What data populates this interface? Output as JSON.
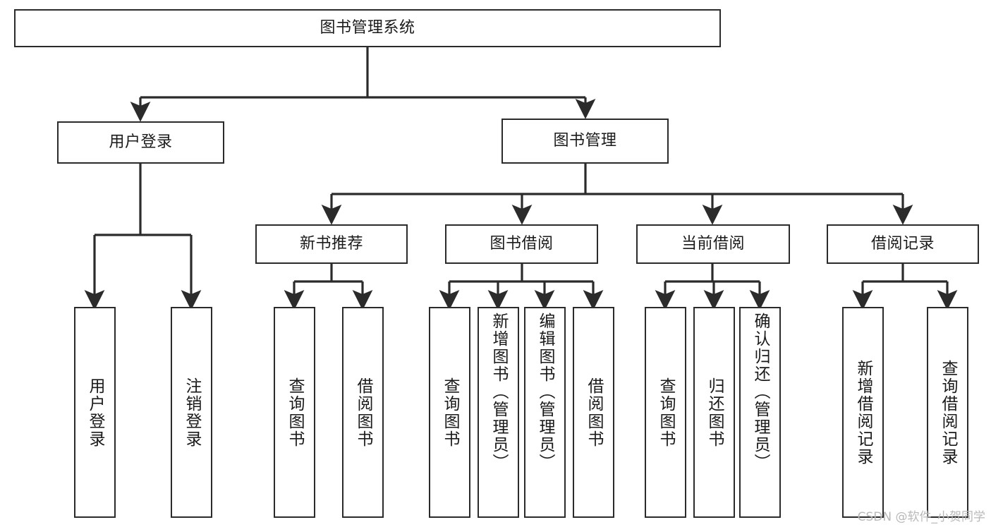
{
  "diagram": {
    "type": "tree-hierarchy",
    "title": "图书管理系统",
    "watermark": "CSDN @软件_小贺同学",
    "colors": {
      "stroke": "#2b2b2b",
      "fill": "#ffffff",
      "text": "#1a1a1a",
      "watermark": "#b9b9b9"
    },
    "nodes": {
      "root": {
        "label": "图书管理系统"
      },
      "level1": [
        {
          "id": "user-login",
          "label": "用户登录"
        },
        {
          "id": "book-manage",
          "label": "图书管理"
        }
      ],
      "level2": [
        {
          "id": "new-book-rec",
          "label": "新书推荐"
        },
        {
          "id": "book-borrow",
          "label": "图书借阅"
        },
        {
          "id": "current-borrow",
          "label": "当前借阅"
        },
        {
          "id": "borrow-record",
          "label": "借阅记录"
        }
      ],
      "leaves": {
        "user-login": [
          {
            "id": "leaf-user-login",
            "label": "用户登录"
          },
          {
            "id": "leaf-logout",
            "label": "注销登录"
          }
        ],
        "new-book-rec": [
          {
            "id": "leaf-query-book-1",
            "label": "查询图书"
          },
          {
            "id": "leaf-borrow-book-1",
            "label": "借阅图书"
          }
        ],
        "book-borrow": [
          {
            "id": "leaf-query-book-2",
            "label": "查询图书"
          },
          {
            "id": "leaf-add-book",
            "label": "新增图书（管理员）"
          },
          {
            "id": "leaf-edit-book",
            "label": "编辑图书（管理员）"
          },
          {
            "id": "leaf-borrow-book-2",
            "label": "借阅图书"
          }
        ],
        "current-borrow": [
          {
            "id": "leaf-query-book-3",
            "label": "查询图书"
          },
          {
            "id": "leaf-return-book",
            "label": "归还图书"
          },
          {
            "id": "leaf-confirm-return",
            "label": "确认归还（管理员）"
          }
        ],
        "borrow-record": [
          {
            "id": "leaf-add-record",
            "label": "新增借阅记录"
          },
          {
            "id": "leaf-query-record",
            "label": "查询借阅记录"
          }
        ]
      }
    }
  }
}
